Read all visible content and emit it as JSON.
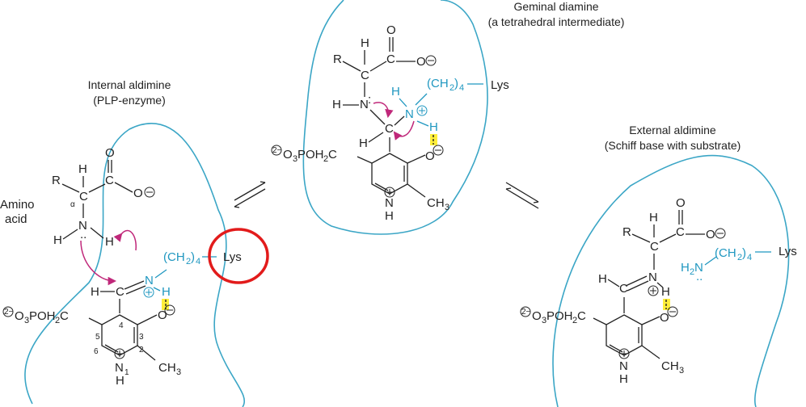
{
  "titles": {
    "internal_line1": "Internal aldimine",
    "internal_line2": "(PLP-enzyme)",
    "geminal_line1": "Geminal diamine",
    "geminal_line2": "(a tetrahedral intermediate)",
    "external_line1": "External aldimine",
    "external_line2": "(Schiff base with substrate)"
  },
  "labels": {
    "amino_line1": "Amino",
    "amino_line2": "acid",
    "lys": "Lys"
  },
  "colors": {
    "enzyme_outline": "#3ba6c6",
    "lysine_chain": "#1f97c0",
    "electron_arrows": "#c0287a",
    "highlight_circle": "#e21b1b",
    "hydrogen_bond": "#ffef3a"
  }
}
